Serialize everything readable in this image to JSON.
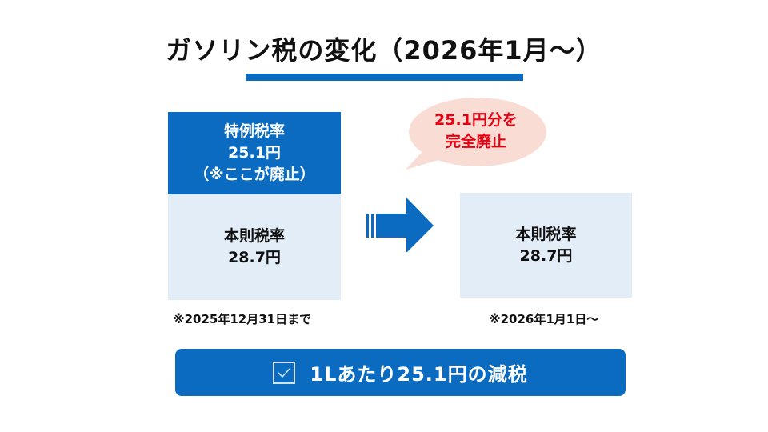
{
  "title": "ガソリン税の変化（2026年1月〜）",
  "colors": {
    "primary_blue": "#0a6bc0",
    "light_blue": "#e3edf8",
    "bubble_fill": "#f9dcd3",
    "alert_red": "#e60012"
  },
  "before": {
    "special_rate": {
      "label": "特例税率",
      "amount": "25.1円",
      "note": "（※ここが廃止）"
    },
    "base_rate": {
      "label": "本則税率",
      "amount": "28.7円"
    },
    "period_note": "※2025年12月31日まで"
  },
  "transition": {
    "arrow_icon": "right-arrow-icon",
    "bubble": {
      "line1": "25.1円分を",
      "line2": "完全廃止"
    }
  },
  "after": {
    "base_rate": {
      "label": "本則税率",
      "amount": "28.7円"
    },
    "period_note": "※2026年1月1日〜"
  },
  "summary": {
    "icon": "checkbox-check-icon",
    "text": "1Lあたり25.1円の減税"
  }
}
